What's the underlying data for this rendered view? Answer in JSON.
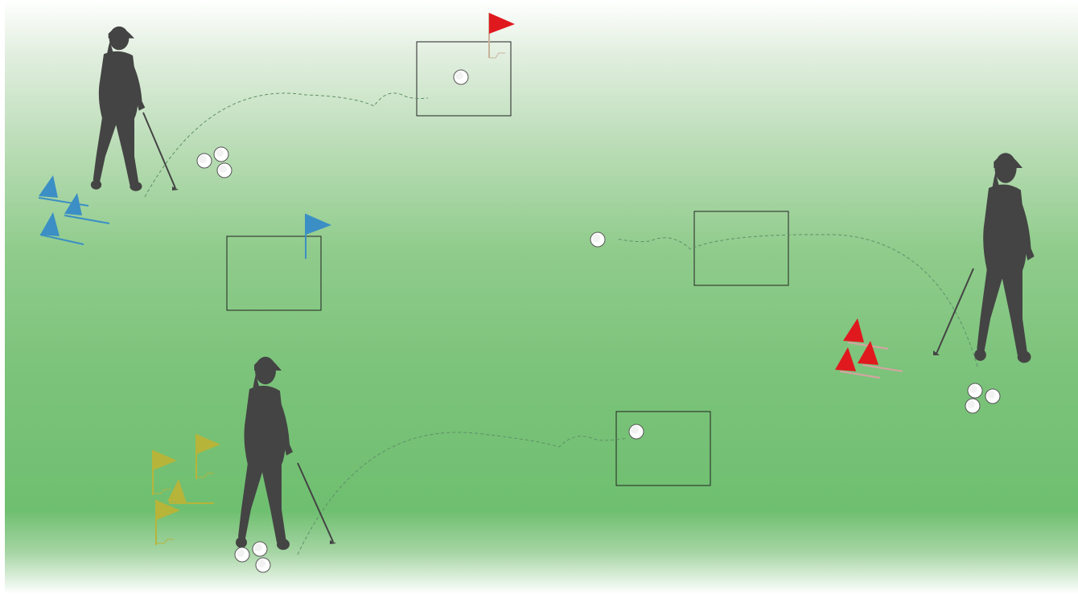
{
  "scene": {
    "description_free": true,
    "colors": {
      "grass_light": "#b9dcb5",
      "grass_dark": "#6fbf70",
      "silhouette": "#444444",
      "target_outline": "#222222",
      "ball": "#ffffff",
      "trajectory": "#5f8f6a",
      "blue_flag": "#3b8fc4",
      "red_flag": "#e0191e",
      "yellow_flag": "#b7b43a"
    },
    "stations": [
      {
        "id": "top-left",
        "flag_color": "blue",
        "balls": 3,
        "marker_flags": 3
      },
      {
        "id": "right",
        "flag_color": "red",
        "balls": 3,
        "marker_flags": 3
      },
      {
        "id": "bottom-left",
        "flag_color": "yellow",
        "balls": 3,
        "marker_flags": 4
      }
    ],
    "targets": [
      {
        "id": "target-top",
        "flag_color": "red",
        "has_ball": true
      },
      {
        "id": "target-mid-left",
        "flag_color": "blue",
        "has_ball": false
      },
      {
        "id": "target-mid-right",
        "flag_color": "none",
        "has_ball": false
      },
      {
        "id": "target-bottom",
        "flag_color": "none",
        "has_ball": true
      }
    ]
  }
}
